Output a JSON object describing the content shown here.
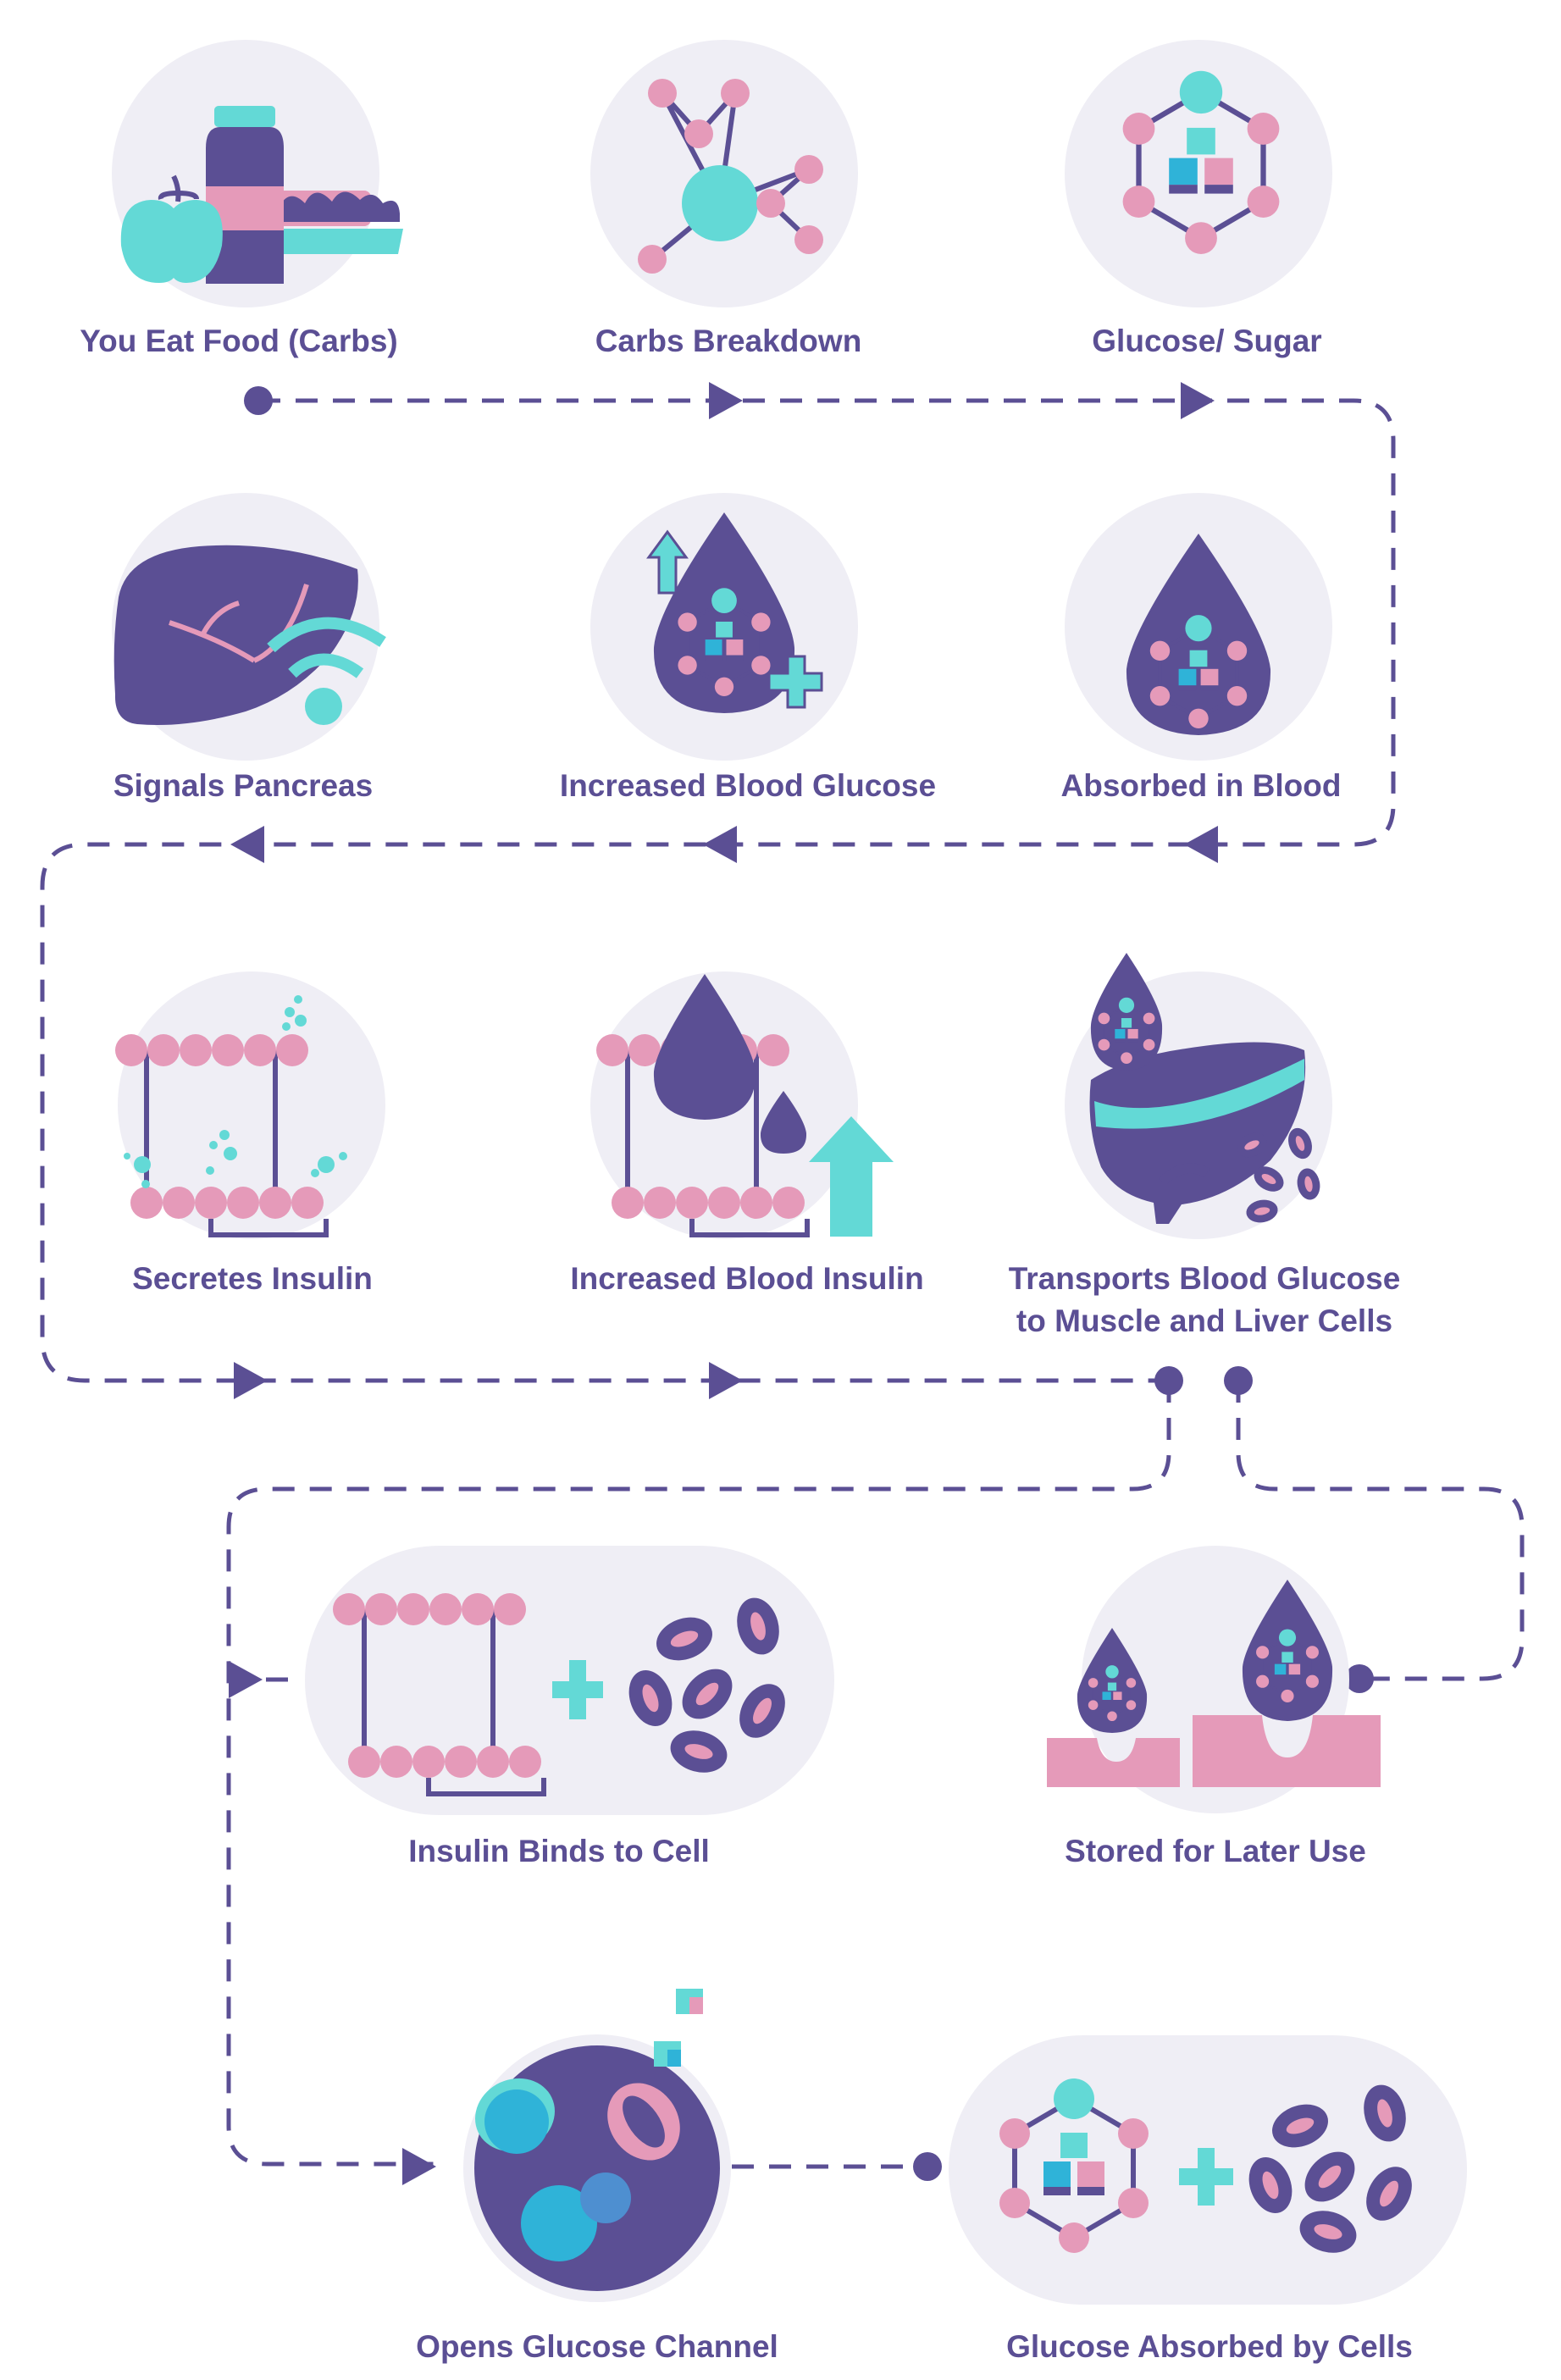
{
  "colors": {
    "primary": "#5b4f94",
    "accent_teal": "#63d9d6",
    "accent_pink": "#e59ab9",
    "background_circle": "#efeef5",
    "blue": "#2fb3d8",
    "light_pink": "#f3c3d8"
  },
  "steps": [
    {
      "id": "eat-food",
      "label": "You Eat Food (Carbs)",
      "icon": "food-icon"
    },
    {
      "id": "carbs-breakdown",
      "label": "Carbs Breakdown",
      "icon": "molecule-icon"
    },
    {
      "id": "glucose-sugar",
      "label": "Glucose/ Sugar",
      "icon": "glucose-hexagon-icon"
    },
    {
      "id": "signals-pancreas",
      "label": "Signals Pancreas",
      "icon": "liver-signal-icon"
    },
    {
      "id": "increased-blood-glucose",
      "label": "Increased Blood Glucose",
      "icon": "blood-drop-glucose-up-icon"
    },
    {
      "id": "absorbed-in-blood",
      "label": "Absorbed in Blood",
      "icon": "blood-drop-glucose-icon"
    },
    {
      "id": "secretes-insulin",
      "label": "Secretes Insulin",
      "icon": "membrane-secretion-icon"
    },
    {
      "id": "increased-blood-insulin",
      "label": "Increased Blood Insulin",
      "icon": "membrane-drop-up-icon"
    },
    {
      "id": "transports-glucose",
      "label_lines": [
        "Transports Blood Glucose",
        "to Muscle and Liver Cells"
      ],
      "icon": "liver-blood-cells-icon"
    },
    {
      "id": "insulin-binds",
      "label": "Insulin Binds to Cell",
      "icon": "insulin-receptor-cells-icon"
    },
    {
      "id": "stored-later",
      "label": "Stored for Later Use",
      "icon": "glucose-storage-icon"
    },
    {
      "id": "opens-channel",
      "label": "Opens Glucose Channel",
      "icon": "cell-channel-icon"
    },
    {
      "id": "glucose-absorbed",
      "label": "Glucose Absorbed by Cells",
      "icon": "glucose-cells-icon"
    }
  ]
}
